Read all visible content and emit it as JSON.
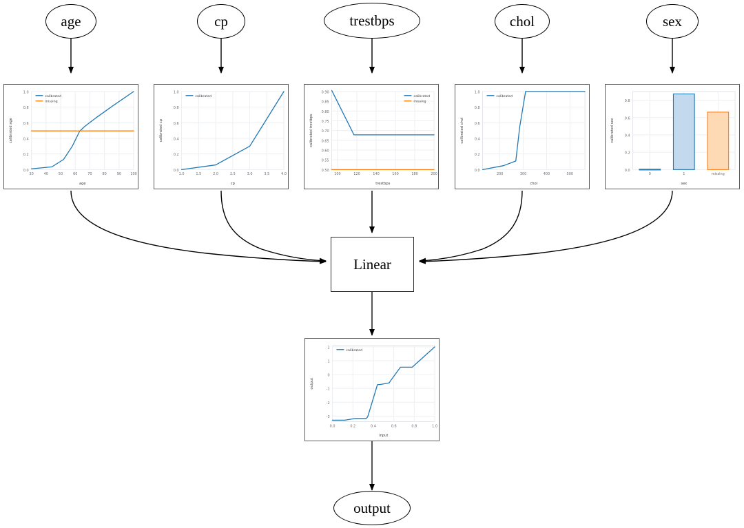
{
  "diagram": {
    "type": "calibrated-linear-model-graph",
    "input_nodes": [
      {
        "id": "age",
        "label": "age"
      },
      {
        "id": "cp",
        "label": "cp"
      },
      {
        "id": "trestbps",
        "label": "trestbps"
      },
      {
        "id": "chol",
        "label": "chol"
      },
      {
        "id": "sex",
        "label": "sex"
      }
    ],
    "combiner_node": {
      "id": "linear",
      "label": "Linear"
    },
    "output_node": {
      "id": "output",
      "label": "output"
    },
    "colors": {
      "calibrated": "#1f77b4",
      "missing": "#ff7f0e",
      "calibrated_fill": "#c3d9ed",
      "missing_fill": "#fdd9b4",
      "edge": "#000000",
      "panel_border": "#5a5a5a",
      "grid": "#eceff3"
    }
  },
  "chart_data": [
    {
      "id": "age",
      "type": "line",
      "title": "",
      "xlabel": "age",
      "ylabel": "calibrated age",
      "xlim": [
        30,
        100
      ],
      "ylim": [
        0.0,
        1.0
      ],
      "xticks": [
        "30",
        "40",
        "50",
        "60",
        "70",
        "80",
        "90",
        "100"
      ],
      "yticks": [
        "0.0",
        "0.2",
        "0.4",
        "0.6",
        "0.8",
        "1.0"
      ],
      "grid": true,
      "legend": [
        "calibrated",
        "missing"
      ],
      "legend_position": "upper left",
      "series": [
        {
          "name": "calibrated",
          "color": "#1f77b4",
          "x": [
            30,
            44,
            52,
            58,
            63,
            66,
            74,
            86,
            100
          ],
          "y": [
            0.01,
            0.035,
            0.13,
            0.3,
            0.49,
            0.545,
            0.66,
            0.82,
            1.0
          ]
        },
        {
          "name": "missing",
          "color": "#ff7f0e",
          "x": [
            30,
            100
          ],
          "y": [
            0.495,
            0.495
          ]
        }
      ]
    },
    {
      "id": "cp",
      "type": "line",
      "title": "",
      "xlabel": "cp",
      "ylabel": "calibrated cp",
      "xlim": [
        1.0,
        4.0
      ],
      "ylim": [
        0.0,
        1.0
      ],
      "xticks": [
        "1.0",
        "1.5",
        "2.0",
        "2.5",
        "3.0",
        "3.5",
        "4.0"
      ],
      "yticks": [
        "0.0",
        "0.2",
        "0.4",
        "0.6",
        "0.8",
        "1.0"
      ],
      "grid": true,
      "legend": [
        "calibrated"
      ],
      "legend_position": "upper left",
      "series": [
        {
          "name": "calibrated",
          "color": "#1f77b4",
          "x": [
            1.0,
            2.0,
            3.0,
            4.0
          ],
          "y": [
            0.0,
            0.06,
            0.3,
            1.0
          ]
        }
      ]
    },
    {
      "id": "trestbps",
      "type": "line",
      "title": "",
      "xlabel": "trestbps",
      "ylabel": "calibrated trestbps",
      "xlim": [
        94,
        200
      ],
      "ylim": [
        0.5,
        0.9
      ],
      "xticks": [
        "100",
        "120",
        "140",
        "160",
        "180",
        "200"
      ],
      "yticks": [
        "0.50",
        "0.55",
        "0.60",
        "0.65",
        "0.70",
        "0.75",
        "0.80",
        "0.85",
        "0.90"
      ],
      "grid": true,
      "legend": [
        "calibrated",
        "missing"
      ],
      "legend_position": "upper right",
      "series": [
        {
          "name": "calibrated",
          "color": "#1f77b4",
          "x": [
            94,
            117,
            200
          ],
          "y": [
            0.905,
            0.678,
            0.678
          ]
        },
        {
          "name": "missing",
          "color": "#ff7f0e",
          "x": [
            94,
            200
          ],
          "y": [
            0.5,
            0.5
          ]
        }
      ]
    },
    {
      "id": "chol",
      "type": "line",
      "title": "",
      "xlabel": "chol",
      "ylabel": "calibrated chol",
      "xlim": [
        126,
        564
      ],
      "ylim": [
        0.0,
        1.0
      ],
      "xticks": [
        "200",
        "300",
        "400",
        "500"
      ],
      "yticks": [
        "0.0",
        "0.2",
        "0.4",
        "0.6",
        "0.8",
        "1.0"
      ],
      "grid": true,
      "legend": [
        "calibrated"
      ],
      "legend_position": "upper left",
      "series": [
        {
          "name": "calibrated",
          "color": "#1f77b4",
          "x": [
            126,
            215,
            268,
            285,
            310,
            564
          ],
          "y": [
            0.0,
            0.05,
            0.11,
            0.55,
            1.0,
            1.0
          ]
        }
      ]
    },
    {
      "id": "sex",
      "type": "bar",
      "title": "",
      "xlabel": "sex",
      "ylabel": "calibrated sex",
      "ylim": [
        0.0,
        0.9
      ],
      "categories": [
        "0",
        "1",
        "missing"
      ],
      "values": [
        0.005,
        0.872,
        0.662
      ],
      "bar_colors": [
        "#1f77b4",
        "#1f77b4",
        "#ff7f0e"
      ],
      "xticks": [
        "0",
        "1",
        "missing"
      ],
      "yticks": [
        "0.0",
        "0.2",
        "0.4",
        "0.6",
        "0.8"
      ],
      "grid": true,
      "legend": [],
      "legend_position": "none"
    },
    {
      "id": "output",
      "type": "line",
      "title": "",
      "xlabel": "input",
      "ylabel": "output",
      "xlim": [
        0.0,
        1.0
      ],
      "ylim": [
        -3.4,
        2.1
      ],
      "xticks": [
        "0.0",
        "0.2",
        "0.4",
        "0.6",
        "0.8",
        "1.0"
      ],
      "yticks": [
        "-3",
        "-2",
        "-1",
        "0",
        "1",
        "2"
      ],
      "grid": true,
      "legend": [
        "calibrated"
      ],
      "legend_position": "upper left",
      "series": [
        {
          "name": "calibrated",
          "color": "#1f77b4",
          "x": [
            0.0,
            0.12,
            0.22,
            0.33,
            0.345,
            0.44,
            0.47,
            0.555,
            0.565,
            0.665,
            0.78,
            1.0
          ],
          "y": [
            -3.3,
            -3.3,
            -3.18,
            -3.18,
            -3.05,
            -0.73,
            -0.72,
            -0.6,
            -0.48,
            0.53,
            0.53,
            2.0
          ]
        }
      ]
    }
  ]
}
